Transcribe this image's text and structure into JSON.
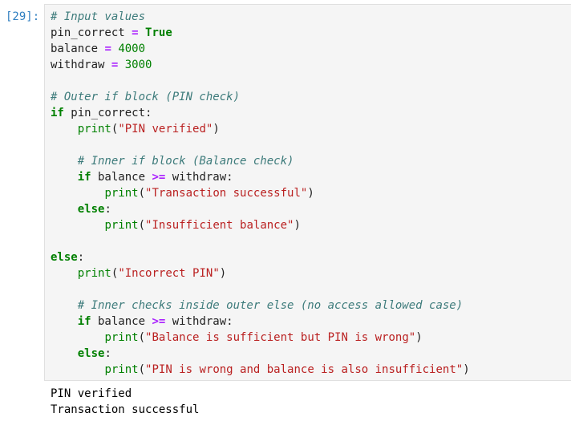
{
  "cell": {
    "prompt": "[29]:",
    "lines": [
      [
        {
          "t": "# Input values",
          "c": "c"
        }
      ],
      [
        {
          "t": "pin_correct "
        },
        {
          "t": "=",
          "c": "o"
        },
        {
          "t": " "
        },
        {
          "t": "True",
          "c": "k"
        }
      ],
      [
        {
          "t": "balance "
        },
        {
          "t": "=",
          "c": "o"
        },
        {
          "t": " "
        },
        {
          "t": "4000",
          "c": "n"
        }
      ],
      [
        {
          "t": "withdraw "
        },
        {
          "t": "=",
          "c": "o"
        },
        {
          "t": " "
        },
        {
          "t": "3000",
          "c": "n"
        }
      ],
      [],
      [
        {
          "t": "# Outer if block (PIN check)",
          "c": "c"
        }
      ],
      [
        {
          "t": "if",
          "c": "k"
        },
        {
          "t": " pin_correct:"
        }
      ],
      [
        {
          "t": "    "
        },
        {
          "t": "print",
          "c": "b"
        },
        {
          "t": "("
        },
        {
          "t": "\"PIN verified\"",
          "c": "s"
        },
        {
          "t": ")"
        }
      ],
      [],
      [
        {
          "t": "    "
        },
        {
          "t": "# Inner if block (Balance check)",
          "c": "c"
        }
      ],
      [
        {
          "t": "    "
        },
        {
          "t": "if",
          "c": "k"
        },
        {
          "t": " balance "
        },
        {
          "t": ">=",
          "c": "o"
        },
        {
          "t": " withdraw:"
        }
      ],
      [
        {
          "t": "        "
        },
        {
          "t": "print",
          "c": "b"
        },
        {
          "t": "("
        },
        {
          "t": "\"Transaction successful\"",
          "c": "s"
        },
        {
          "t": ")"
        }
      ],
      [
        {
          "t": "    "
        },
        {
          "t": "else",
          "c": "k"
        },
        {
          "t": ":"
        }
      ],
      [
        {
          "t": "        "
        },
        {
          "t": "print",
          "c": "b"
        },
        {
          "t": "("
        },
        {
          "t": "\"Insufficient balance\"",
          "c": "s"
        },
        {
          "t": ")"
        }
      ],
      [],
      [
        {
          "t": "else",
          "c": "k"
        },
        {
          "t": ":"
        }
      ],
      [
        {
          "t": "    "
        },
        {
          "t": "print",
          "c": "b"
        },
        {
          "t": "("
        },
        {
          "t": "\"Incorrect PIN\"",
          "c": "s"
        },
        {
          "t": ")"
        }
      ],
      [],
      [
        {
          "t": "    "
        },
        {
          "t": "# Inner checks inside outer else (no access allowed case)",
          "c": "c"
        }
      ],
      [
        {
          "t": "    "
        },
        {
          "t": "if",
          "c": "k"
        },
        {
          "t": " balance "
        },
        {
          "t": ">=",
          "c": "o"
        },
        {
          "t": " withdraw:"
        }
      ],
      [
        {
          "t": "        "
        },
        {
          "t": "print",
          "c": "b"
        },
        {
          "t": "("
        },
        {
          "t": "\"Balance is sufficient but PIN is wrong\"",
          "c": "s"
        },
        {
          "t": ")"
        }
      ],
      [
        {
          "t": "    "
        },
        {
          "t": "else",
          "c": "k"
        },
        {
          "t": ":"
        }
      ],
      [
        {
          "t": "        "
        },
        {
          "t": "print",
          "c": "b"
        },
        {
          "t": "("
        },
        {
          "t": "\"PIN is wrong and balance is also insufficient\"",
          "c": "s"
        },
        {
          "t": ")"
        }
      ]
    ],
    "output": [
      "PIN verified",
      "Transaction successful"
    ]
  }
}
